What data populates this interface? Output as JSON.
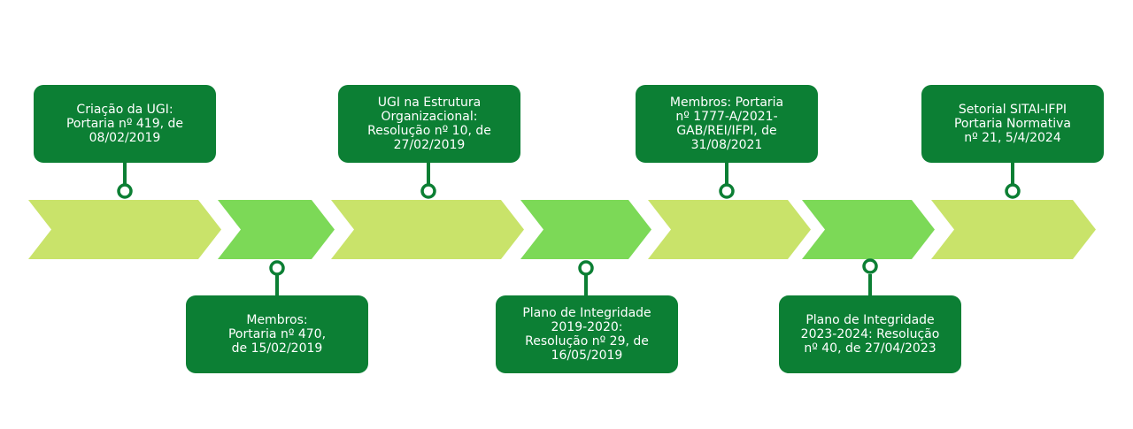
{
  "colors": {
    "box": "#0c7f34",
    "connector": "#0c7f34",
    "chevron_light": "#c9e36a",
    "chevron_bright": "#7cd957"
  },
  "timeline": {
    "events": [
      {
        "text": "Criação da UGI:\nPortaria nº 419, de\n08/02/2019"
      },
      {
        "text": "Membros:\nPortaria nº 470,\nde 15/02/2019"
      },
      {
        "text": "UGI na Estrutura\nOrganizacional:\nResolução nº 10, de\n27/02/2019"
      },
      {
        "text": "Plano de Integridade\n2019-2020:\nResolução nº 29, de\n16/05/2019"
      },
      {
        "text": "Membros: Portaria\nnº 1777-A/2021-\nGAB/REI/IFPI, de\n31/08/2021"
      },
      {
        "text": "Plano de Integridade\n2023-2024: Resolução\nnº 40, de 27/04/2023"
      },
      {
        "text": "Setorial SITAI-IFPI\nPortaria Normativa\nnº 21, 5/4/2024"
      }
    ]
  }
}
